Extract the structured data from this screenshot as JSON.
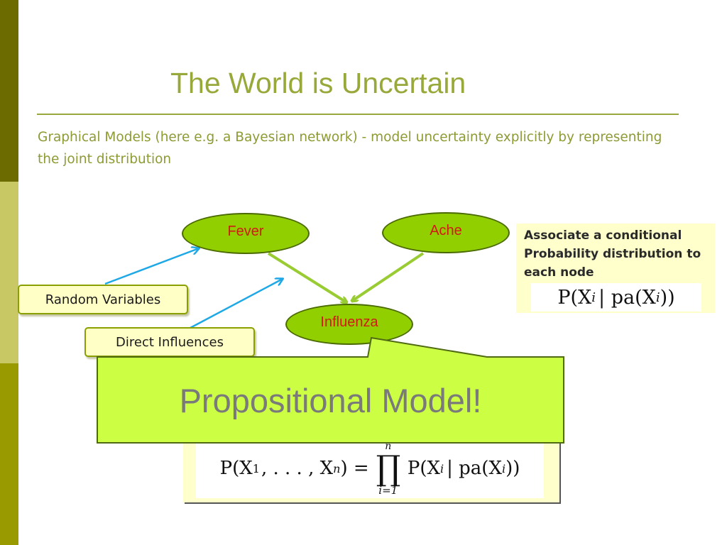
{
  "slide": {
    "title": "The World is Uncertain",
    "subtitle": "Graphical Models (here e.g. a Bayesian network) - model uncertainty explicitly by representing the joint distribution"
  },
  "nodes": {
    "fever": "Fever",
    "ache": "Ache",
    "influenza": "Influenza"
  },
  "labels": {
    "random_variables": "Random Variables",
    "direct_influences": "Direct Influences"
  },
  "cpd": {
    "text": "Associate a conditional Probability distribution to each node",
    "formula_lhs": "P(X",
    "formula_sub": "i",
    "formula_mid": "| pa(X",
    "formula_rhs": "))"
  },
  "joint": {
    "lhs": "P(X",
    "sub1": "1",
    "dots": ", . . . , X",
    "subn": "n",
    "eq": ") =",
    "prod": "∏",
    "sup": "n",
    "lower": "i=1",
    "rhs": "P(X",
    "subi": "i",
    "mid": "| pa(X",
    "end": "))"
  },
  "callout": {
    "text": "Propositional Model!"
  },
  "colors": {
    "accent": "#99a83a",
    "node_fill": "#92cf00",
    "node_text": "#d11a14",
    "edge": "#99cc33",
    "pointer": "#1fa8e6",
    "callout_fill": "#ccff44",
    "band_dark": "#6b6b00",
    "band_mid": "#c8c864",
    "band_olive": "#999900"
  }
}
